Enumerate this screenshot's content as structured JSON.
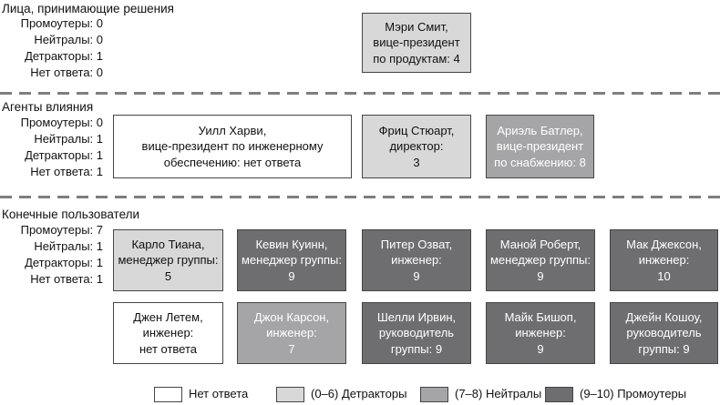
{
  "colors": {
    "no_answer": "#ffffff",
    "detractors": "#d8d8d8",
    "neutrals": "#a5a5a7",
    "promoters": "#6e6e70",
    "box_border": "#454547",
    "divider": "#7e7e7e"
  },
  "sections": [
    {
      "title": "Лица, принимающие решения",
      "stats": [
        "Промоутеры: 0",
        "Нейтралы: 0",
        "Детракторы: 1",
        "Нет ответа: 0"
      ],
      "boxes": [
        {
          "text": "Мэри Смит,\nвице-президент\nпо продуктам: 4",
          "category": "detractor"
        }
      ]
    },
    {
      "title": "Агенты влияния",
      "stats": [
        "Промоутеры: 0",
        "Нейтралы: 1",
        "Детракторы: 1",
        "Нет ответа: 1"
      ],
      "boxes": [
        {
          "text": "Уилл Харви,\nвице-президент по инженерному\nобеспечению: нет ответа",
          "category": "none"
        },
        {
          "text": "Фриц Стюарт,\nдиректор:\n3",
          "category": "detractor"
        },
        {
          "text": "Ариэль Батлер,\nвице-президент\nпо снабжению: 8",
          "category": "neutral"
        }
      ]
    },
    {
      "title": "Конечные пользователи",
      "stats": [
        "Промоутеры: 7",
        "Нейтралы: 1",
        "Детракторы: 1",
        "Нет ответа: 1"
      ],
      "boxes": [
        {
          "text": "Карло Тиана,\nменеджер группы:\n5",
          "category": "detractor"
        },
        {
          "text": "Кевин Куинн,\nменеджер группы:\n9",
          "category": "promoter"
        },
        {
          "text": "Питер Озват,\nинженер:\n9",
          "category": "promoter"
        },
        {
          "text": "Маной Роберт,\nменеджер группы:\n9",
          "category": "promoter"
        },
        {
          "text": "Мак Джексон,\nинженер:\n10",
          "category": "promoter"
        },
        {
          "text": "Джен Летем,\nинженер:\nнет ответа",
          "category": "none"
        },
        {
          "text": "Джон Карсон,\nинженер:\n7",
          "category": "neutral"
        },
        {
          "text": "Шелли Ирвин,\nруководитель\nгруппы: 9",
          "category": "promoter"
        },
        {
          "text": "Майк Бишоп,\nинженер:\n9",
          "category": "promoter"
        },
        {
          "text": "Джейн Кошоу,\nруководитель\nгруппы: 9",
          "category": "promoter"
        }
      ]
    }
  ],
  "legend": [
    {
      "label": "Нет ответа",
      "category": "none"
    },
    {
      "label": "(0–6) Детракторы",
      "category": "detractor"
    },
    {
      "label": "(7–8) Нейтралы",
      "category": "neutral"
    },
    {
      "label": "(9–10) Промоутеры",
      "category": "promoter"
    }
  ]
}
